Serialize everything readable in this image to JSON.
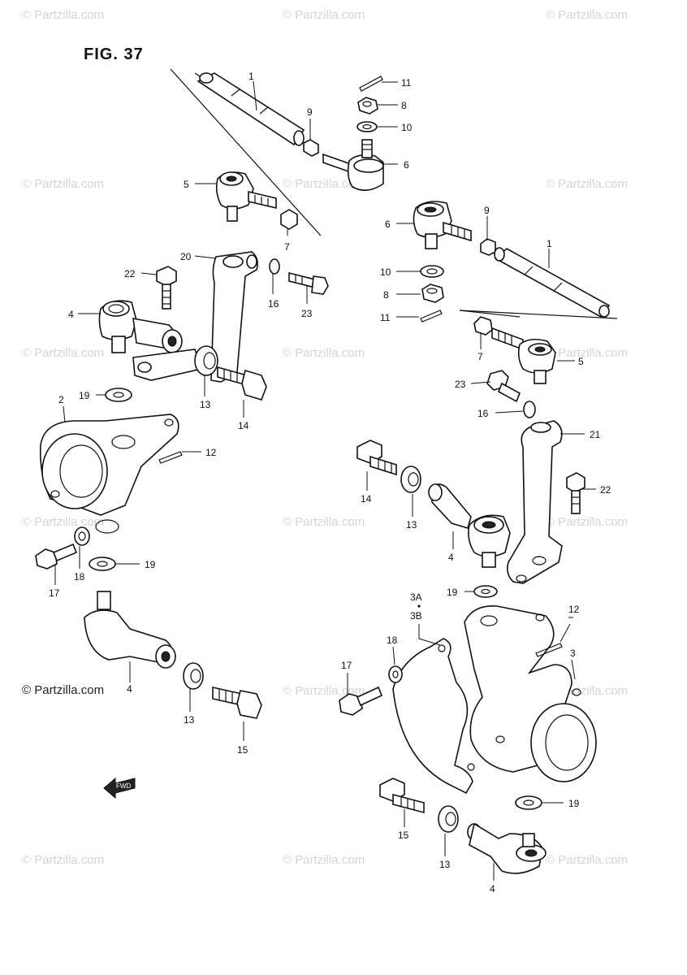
{
  "figure_label": "FIG. 37",
  "watermark_text": "© Partzilla.com",
  "credit_text": "© Partzilla.com",
  "callouts": {
    "c_1a": "1",
    "c_11a": "11",
    "c_8a": "8",
    "c_10a": "10",
    "c_9a": "9",
    "c_6a": "6",
    "c_5a": "5",
    "c_7a": "7",
    "c_20": "20",
    "c_22a": "22",
    "c_16a": "16",
    "c_23a": "23",
    "c_4a": "4",
    "c_13a": "13",
    "c_14a": "14",
    "c_19a": "19",
    "c_2": "2",
    "c_12a": "12",
    "c_17a": "17",
    "c_18a": "18",
    "c_19b": "19",
    "c_4b": "4",
    "c_13b": "13",
    "c_15a": "15",
    "c_6b": "6",
    "c_9b": "9",
    "c_1b": "1",
    "c_10b": "10",
    "c_8b": "8",
    "c_11b": "11",
    "c_7b": "7",
    "c_5b": "5",
    "c_23b": "23",
    "c_16b": "16",
    "c_21": "21",
    "c_22b": "22",
    "c_14b": "14",
    "c_13c": "13",
    "c_4c": "4",
    "c_19c": "19",
    "c_3a": "3A",
    "c_3b": "3B",
    "c_12b": "12",
    "c_3": "3",
    "c_18b": "18",
    "c_17b": "17",
    "c_19d": "19",
    "c_15b": "15",
    "c_13d": "13",
    "c_4d": "4"
  },
  "fwd_arrow_label": "FWD"
}
